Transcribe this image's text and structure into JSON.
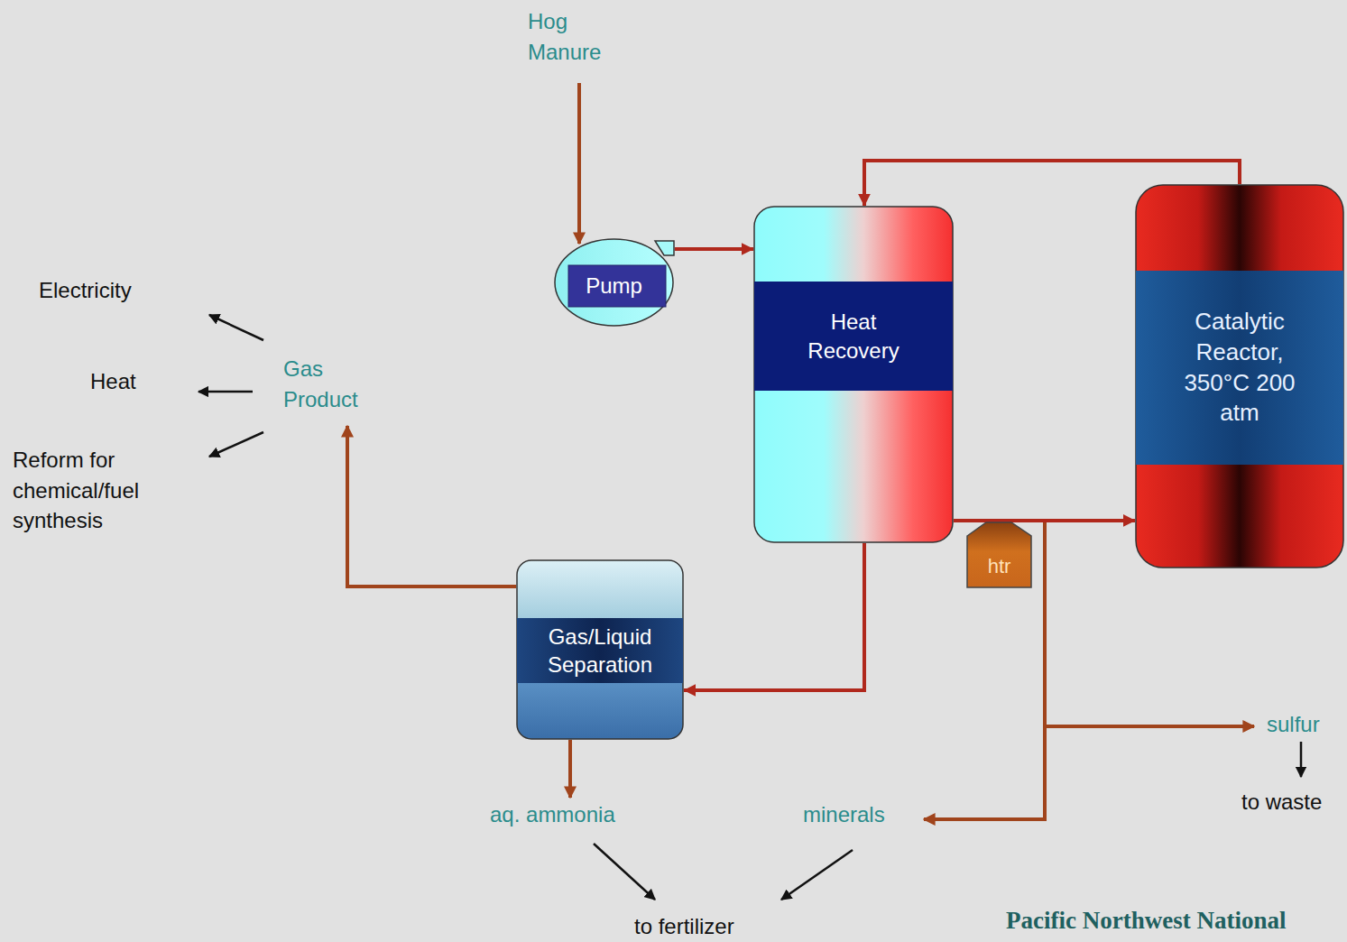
{
  "diagram": {
    "nodes": [
      {
        "text": [
          "Pump"
        ]
      },
      {
        "text": [
          "Heat Recovery"
        ]
      },
      {
        "text": [
          "Catalytic Reactor, 350°C 200 atm"
        ]
      },
      {
        "text": [
          "Gas/Liquid Separation"
        ]
      },
      {
        "text": [
          "htr"
        ]
      }
    ],
    "edges": [
      {
        "from": 0,
        "to": 1,
        "arrow": "to"
      },
      {
        "from": 1,
        "to": 2,
        "arrow": "to"
      },
      {
        "from": 2,
        "to": 1,
        "arrow": "to"
      },
      {
        "from": 1,
        "to": 3,
        "arrow": "to"
      }
    ],
    "labels": [
      "Hog Manure",
      "Electricity",
      "Heat",
      "Reform for chemical/fuel synthesis",
      "Gas Product",
      "aq. ammonia",
      "minerals",
      "sulfur",
      "to waste",
      "to fertilizer",
      "Pacific Northwest National"
    ]
  }
}
